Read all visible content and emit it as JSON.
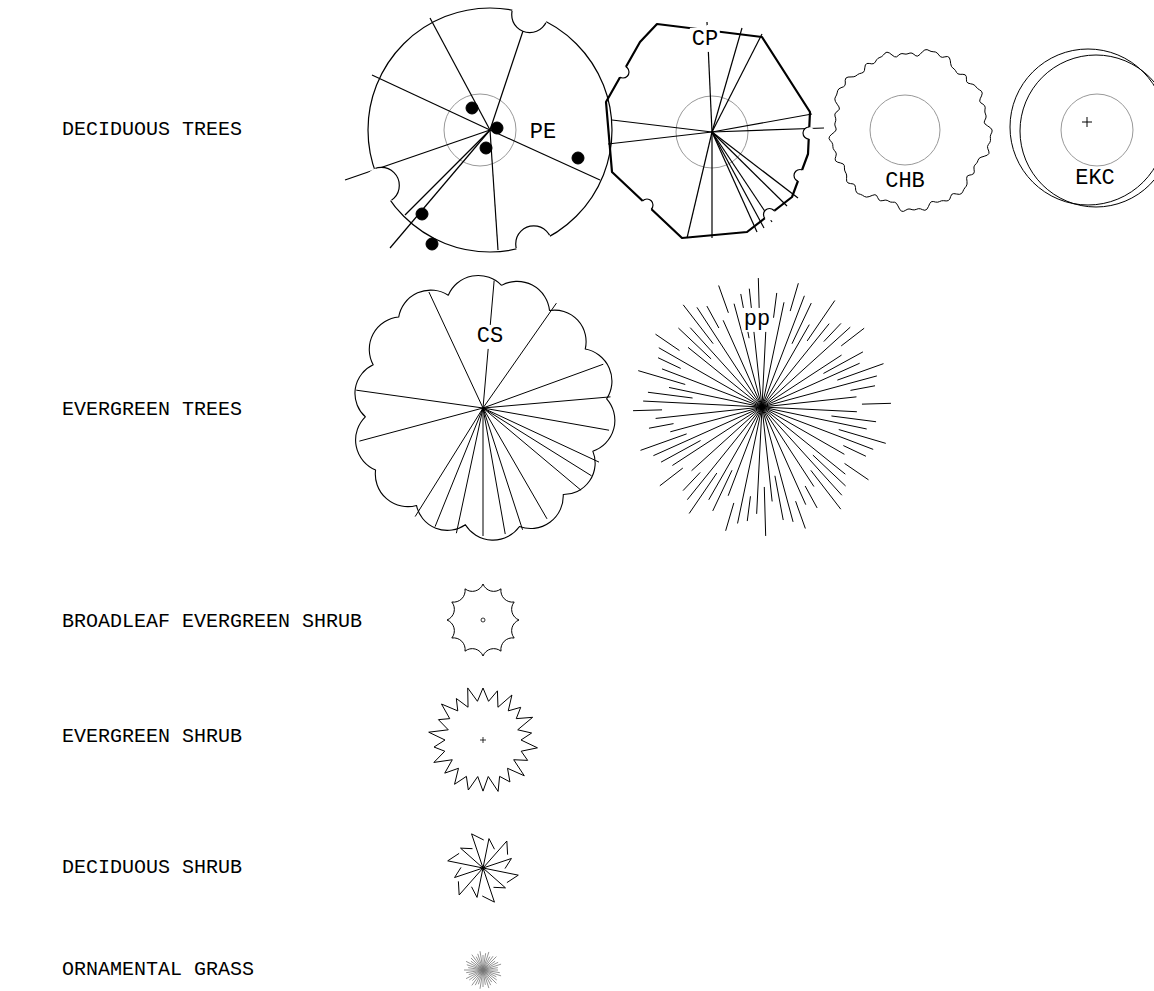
{
  "diagram": {
    "nodes": [
      {
        "text": [
          "PE"
        ]
      },
      {
        "text": [
          "CP"
        ]
      },
      {
        "text": [
          "CHB"
        ]
      },
      {
        "text": [
          "EKC"
        ]
      },
      {
        "text": [
          "CS"
        ]
      },
      {
        "text": [
          "pp"
        ]
      }
    ],
    "labels": [
      "DECIDUOUS TREES",
      "EVERGREEN TREES",
      "BROADLEAF EVERGREEN SHRUB",
      "EVERGREEN SHRUB",
      "DECIDUOUS SHRUB",
      "ORNAMENTAL GRASS"
    ]
  }
}
